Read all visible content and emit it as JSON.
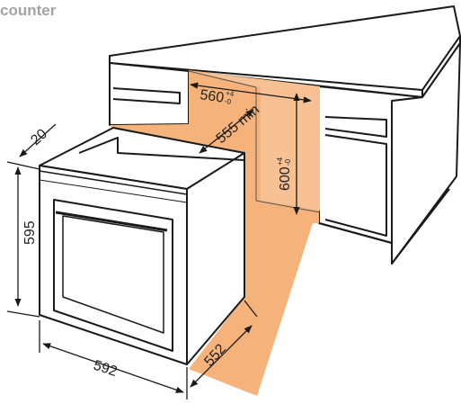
{
  "title": "counter",
  "colors": {
    "accent": "#f5b27a",
    "line": "#1a1a1a"
  },
  "dimensions": {
    "depth_offset": "20",
    "oven_height": "595",
    "oven_width": "592",
    "oven_depth": "552",
    "niche_width": "560",
    "niche_width_tol_plus": "+4",
    "niche_width_tol_minus": "-0",
    "niche_depth": "555 min",
    "niche_height": "600",
    "niche_height_tol_plus": "+4",
    "niche_height_tol_minus": "-0"
  }
}
